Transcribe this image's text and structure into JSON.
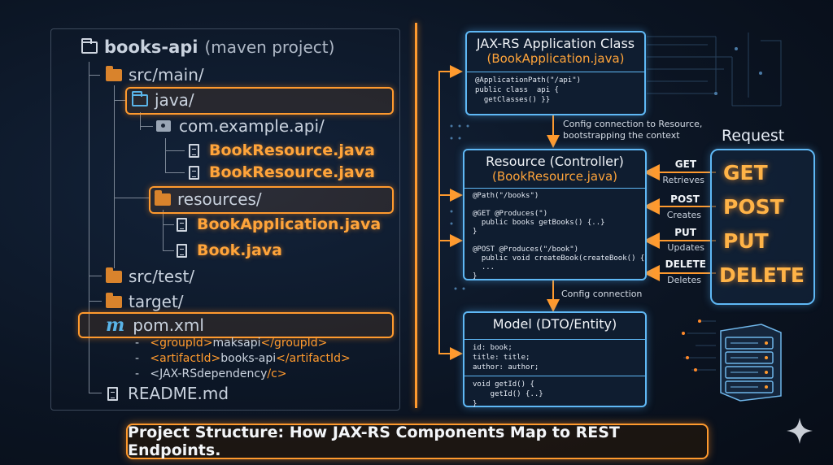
{
  "tree": {
    "root": "books-api",
    "root_note": "(maven project)",
    "src_main": "src/main/",
    "java": "java/",
    "package": "com.example.api/",
    "file1": "BookResource.java",
    "file2": "BookResource.java",
    "resources": "resources/",
    "app_file": "BookApplication.java",
    "book_file": "Book.java",
    "src_test": "src/test/",
    "target": "target/",
    "pom": "pom.xml",
    "xml1_open": "<groupId>",
    "xml1_val": "maksapi",
    "xml1_close": "</groupId>",
    "xml2_open": "<artifactId>",
    "xml2_val": "books-api",
    "xml2_close": "</artifactId>",
    "xml3_open": "<JAX-RS",
    "xml3_val": "dependency",
    "xml3_close": "/c>",
    "readme": "README.md"
  },
  "app_box": {
    "title": "JAX-RS Application Class",
    "subtitle": "(BookApplication.java)",
    "code": "@ApplicationPath(\"/api\")\npublic class  api {\n  getClasses() }}"
  },
  "note1": "Config connection to Resource,\nbootstrapping the context",
  "resource_box": {
    "title": "Resource (Controller)",
    "subtitle": "(BookResource.java)",
    "code": "@Path(\"/books\")\n\n@GET @Produces(\")\n  public books getBooks() {..}\n}\n\n@POST @Produces(\"/book\")\n  public void createBook(createBook() {\n  ...\n}"
  },
  "note2": "Config connection",
  "model_box": {
    "title": "Model (DTO/Entity)",
    "code1": "id: book;\ntitle: title;\nauthor: author;",
    "code2": "void getId() {\n    getId() {..}\n}"
  },
  "request": {
    "title": "Request",
    "verbs": [
      {
        "label": "GET",
        "arrow_label": "GET",
        "action": "Retrieves"
      },
      {
        "label": "POST",
        "arrow_label": "POST",
        "action": "Creates"
      },
      {
        "label": "PUT",
        "arrow_label": "PUT",
        "action": "Updates"
      },
      {
        "label": "DELETE",
        "arrow_label": "DELETE",
        "action": "Deletes"
      }
    ]
  },
  "caption": "Project Structure: How JAX-RS Components Map to REST Endpoints.",
  "colors": {
    "accent": "#ff9a2e",
    "box_border": "#5fb8f5",
    "background": "#0b1422"
  }
}
